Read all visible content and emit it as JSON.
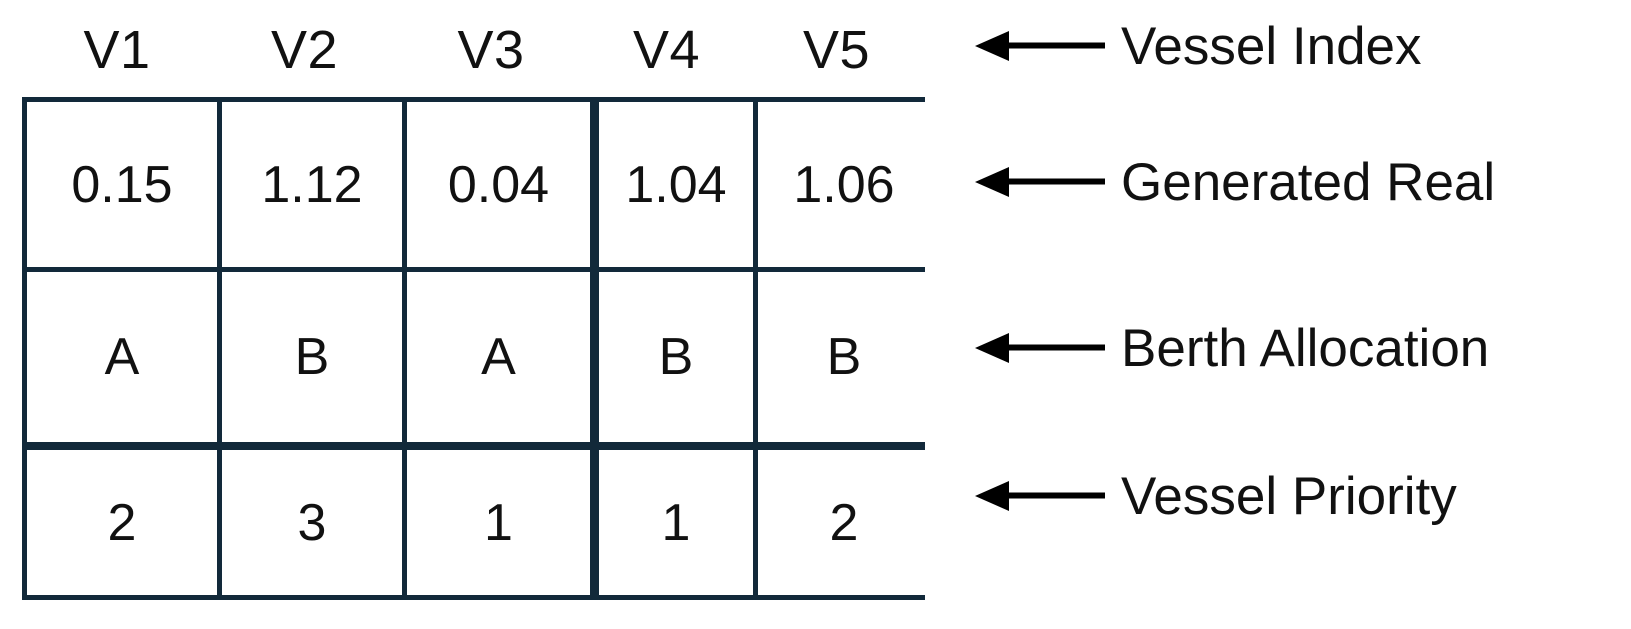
{
  "figure": {
    "background_color": "#ffffff",
    "grid_color": "#12293a",
    "text_color": "#111111"
  },
  "table": {
    "column_headers": [
      "V1",
      "V2",
      "V3",
      "V4",
      "V5"
    ],
    "rows": [
      {
        "name": "generated-real",
        "values": [
          "0.15",
          "1.12",
          "0.04",
          "1.04",
          "1.06"
        ]
      },
      {
        "name": "berth-allocation",
        "values": [
          "A",
          "B",
          "A",
          "B",
          "B"
        ]
      },
      {
        "name": "vessel-priority",
        "values": [
          "2",
          "3",
          "1",
          "1",
          "2"
        ]
      }
    ]
  },
  "annotations": [
    {
      "icon": "left-arrow-icon",
      "label": "Vessel Index"
    },
    {
      "icon": "left-arrow-icon",
      "label": "Generated Real"
    },
    {
      "icon": "left-arrow-icon",
      "label": "Berth Allocation"
    },
    {
      "icon": "left-arrow-icon",
      "label": "Vessel Priority"
    }
  ],
  "chart_data": {
    "type": "table",
    "title": "",
    "categories": [
      "V1",
      "V2",
      "V3",
      "V4",
      "V5"
    ],
    "row_labels": [
      "Vessel Index",
      "Generated Real",
      "Berth Allocation",
      "Vessel Priority"
    ],
    "series": [
      {
        "name": "Generated Real",
        "values": [
          0.15,
          1.12,
          0.04,
          1.04,
          1.06
        ]
      },
      {
        "name": "Berth Allocation",
        "values": [
          "A",
          "B",
          "A",
          "B",
          "B"
        ]
      },
      {
        "name": "Vessel Priority",
        "values": [
          2,
          3,
          1,
          1,
          2
        ]
      }
    ],
    "annotations": [
      "Vessel Index",
      "Generated Real",
      "Berth Allocation",
      "Vessel Priority"
    ],
    "grid": true,
    "legend": "none"
  }
}
